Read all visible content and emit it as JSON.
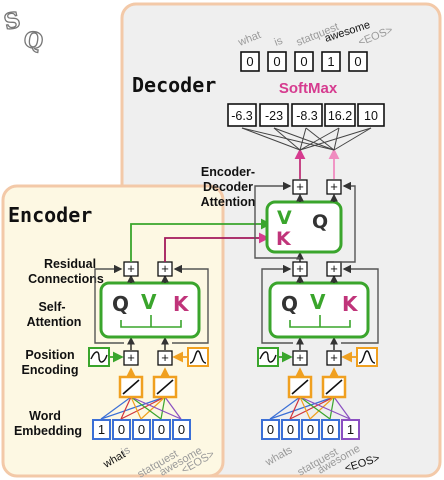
{
  "logo": {
    "letters": [
      "S",
      "Q"
    ]
  },
  "encoder": {
    "title": "Encoder",
    "labels": {
      "word_embedding": [
        "Word",
        "Embedding"
      ],
      "position_encoding": [
        "Position",
        "Encoding"
      ],
      "self_attention": [
        "Self-",
        "Attention"
      ],
      "residual": [
        "Residual",
        "Connections"
      ]
    },
    "input_vector": [
      "1",
      "0",
      "0",
      "0",
      "0"
    ],
    "tokens": [
      "what",
      "is",
      "statquest",
      "awesome",
      "<EOS>"
    ],
    "attention_letters": [
      "Q",
      "V",
      "K"
    ]
  },
  "decoder": {
    "title": "Decoder",
    "cross_attention_label": [
      "Encoder-",
      "Decoder",
      "Attention"
    ],
    "cross_attention_letters": [
      "V",
      "Q",
      "K"
    ],
    "self_attention_letters": [
      "Q",
      "V",
      "K"
    ],
    "input_vector": [
      "0",
      "0",
      "0",
      "0",
      "1"
    ],
    "tokens": [
      "what",
      "is",
      "statquest",
      "awesome",
      "<EOS>"
    ],
    "softmax_label": "SoftMax",
    "scores": [
      "-6.3",
      "-23",
      "-8.3",
      "16.2",
      "10"
    ],
    "output_vector": [
      "0",
      "0",
      "0",
      "1",
      "0"
    ],
    "output_tokens": [
      "what",
      "is",
      "statquest",
      "awesome",
      "<EOS>"
    ]
  },
  "symbols": {
    "plus": "+"
  },
  "colors": {
    "green": "#3aa52c",
    "orange": "#f0a020",
    "pink": "#d63b8f",
    "magenta_dark": "#a3195b",
    "encoder_bg": "#fdf8e3",
    "decoder_bg": "#efefef"
  }
}
